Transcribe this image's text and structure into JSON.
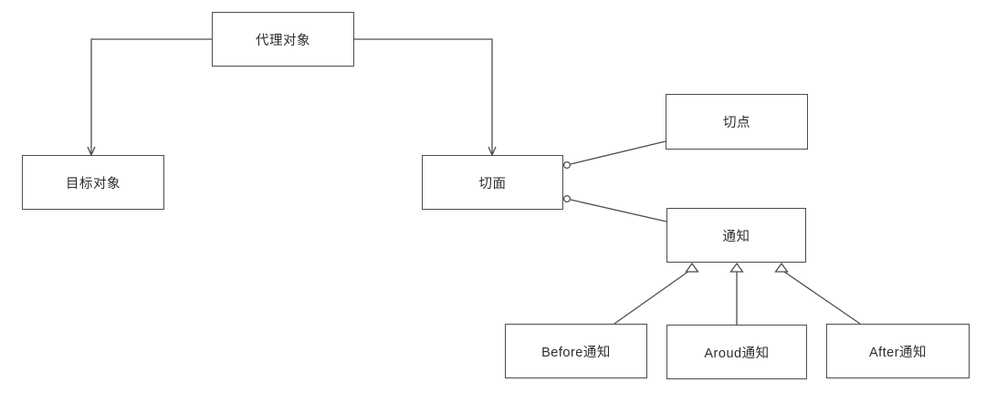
{
  "diagram": {
    "type": "uml-relationship-diagram",
    "colors": {
      "stroke": "#4d4d4d",
      "text": "#2d2d2d",
      "background": "#ffffff"
    },
    "nodes": {
      "proxy": {
        "label": "代理对象"
      },
      "target": {
        "label": "目标对象"
      },
      "aspect": {
        "label": "切面"
      },
      "pointcut": {
        "label": "切点"
      },
      "advice": {
        "label": "通知"
      },
      "before": {
        "label": "Before通知"
      },
      "around": {
        "label": "Aroud通知"
      },
      "after": {
        "label": "After通知"
      }
    },
    "edges": [
      {
        "from": "代理对象",
        "to": "目标对象",
        "style": "open-arrow"
      },
      {
        "from": "代理对象",
        "to": "切面",
        "style": "open-arrow"
      },
      {
        "from": "切面",
        "to": "切点",
        "style": "circle-end-link"
      },
      {
        "from": "切面",
        "to": "通知",
        "style": "circle-end-link"
      },
      {
        "from": "Before通知",
        "to": "通知",
        "style": "generalization"
      },
      {
        "from": "Aroud通知",
        "to": "通知",
        "style": "generalization"
      },
      {
        "from": "After通知",
        "to": "通知",
        "style": "generalization"
      }
    ]
  }
}
